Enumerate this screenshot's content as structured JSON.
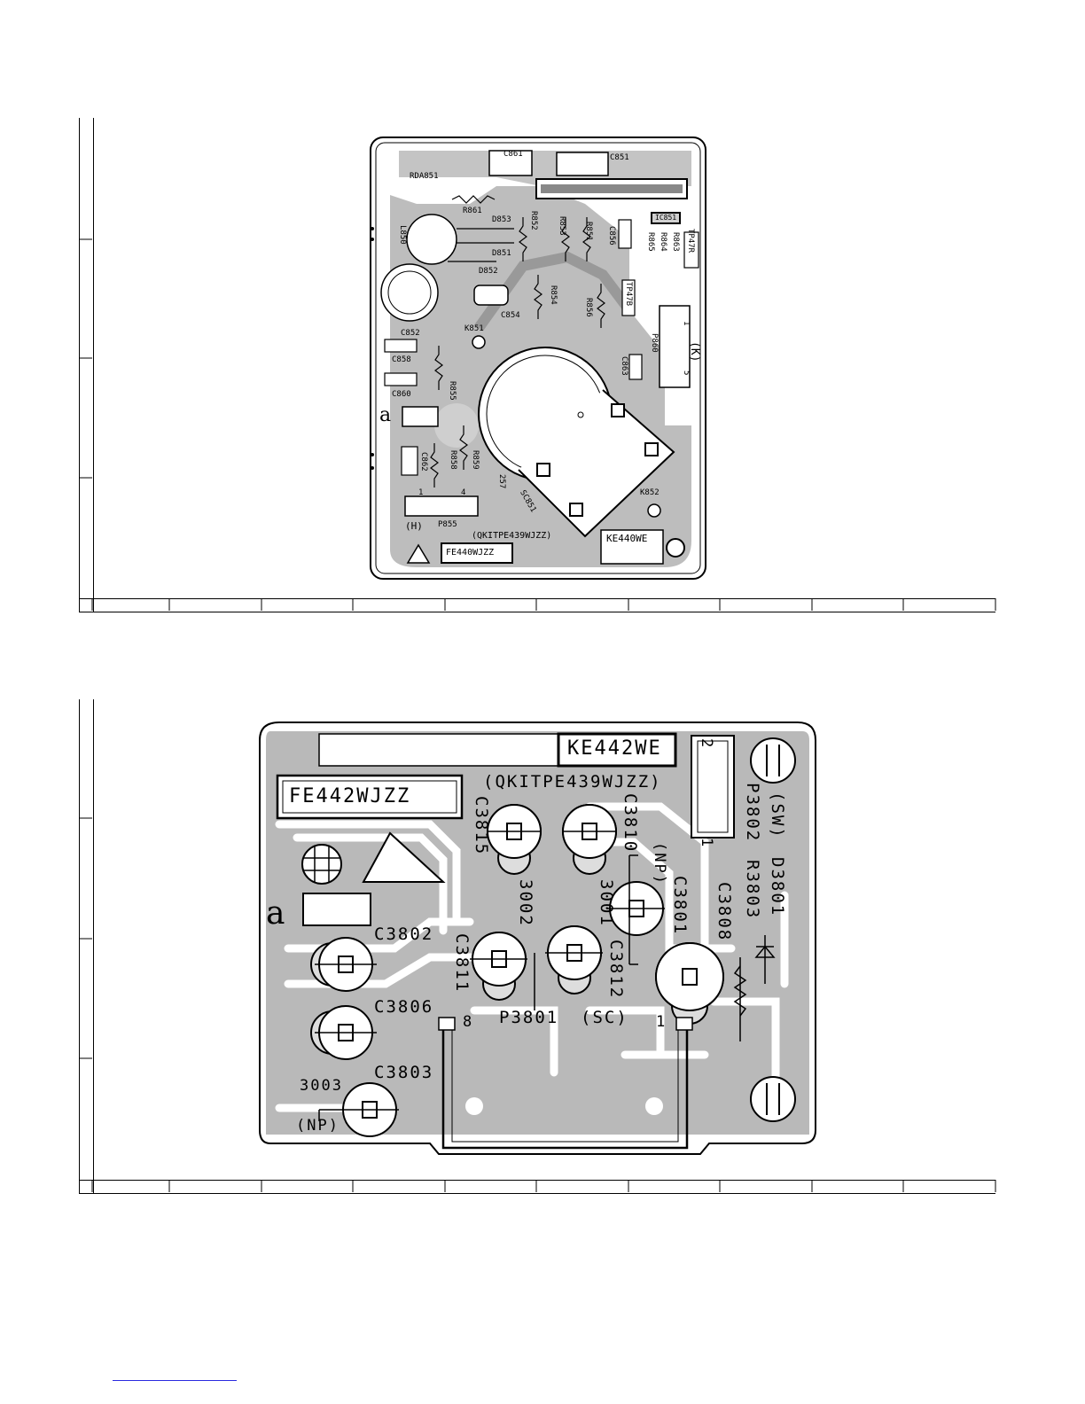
{
  "board_top": {
    "labels": {
      "c861": "C861",
      "c851": "C851",
      "rda851": "RDA851",
      "r861": "R861",
      "d853": "D853",
      "r852": "R852",
      "r853": "R853",
      "r851": "R851",
      "ic851": "IC851",
      "l850": "L850",
      "c856": "C856",
      "r865": "R865",
      "r864": "R864",
      "r863": "R863",
      "tp47r": "TP47R",
      "d851": "D851",
      "d852": "D852",
      "tp47b": "TP47B",
      "r854": "R854",
      "r856": "R856",
      "c854": "C854",
      "c852": "C852",
      "k851": "K851",
      "c858": "C858",
      "p860": "P860",
      "k_label": "(K)",
      "c863": "C863",
      "c860": "C860",
      "r855": "R855",
      "c862": "C862",
      "r858": "R858",
      "r859": "R859",
      "n257": "257",
      "sc851": "SC851",
      "k852": "K852",
      "h_label": "(H)",
      "p855": "P855",
      "qkit": "(QKITPE439WJZZ)",
      "fe440": "FE440WJZZ",
      "ke440": "KE440WE",
      "pin1": "1",
      "pin4": "4",
      "pin1k": "1",
      "pin5k": "5",
      "marker_a": "a"
    }
  },
  "board_bottom": {
    "labels": {
      "ke442": "KE442WE",
      "fe442": "FE442WJZZ",
      "qkit": "(QKITPE439WJZZ)",
      "c3815": "C3815",
      "c3810": "C3810",
      "p3802": "P3802",
      "sw": "(SW)",
      "d3801": "D3801",
      "r3803": "R3803",
      "c3808": "C3808",
      "c3801": "C3801",
      "np1": "(NP)",
      "n3002": "3002",
      "n3001": "3001",
      "c3802": "C3802",
      "c3811": "C3811",
      "c3812": "C3812",
      "c3806": "C3806",
      "p3801": "P3801",
      "sc": "(SC)",
      "pin8": "8",
      "pin1": "1",
      "c3803": "C3803",
      "n3003": "3003",
      "np2": "(NP)",
      "pin2": "2",
      "pin1b": "1",
      "marker_a": "a"
    }
  }
}
